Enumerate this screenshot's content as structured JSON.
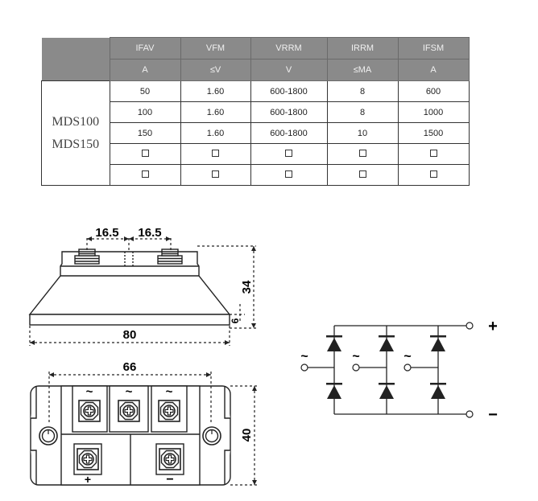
{
  "table": {
    "headers": [
      "IFAV",
      "VFM",
      "VRRM",
      "IRRM",
      "IFSM"
    ],
    "units": [
      "A",
      "≤V",
      "V",
      "≤MA",
      "A"
    ],
    "models": [
      "MDS100",
      "MDS150"
    ],
    "rows": [
      [
        "50",
        "1.60",
        "600-1800",
        "8",
        "600"
      ],
      [
        "100",
        "1.60",
        "600-1800",
        "8",
        "1000"
      ],
      [
        "150",
        "1.60",
        "600-1800",
        "10",
        "1500"
      ]
    ],
    "empty_rows": 2
  },
  "dimensions": {
    "pitch_left": "16.5",
    "pitch_right": "16.5",
    "height_total": "34",
    "base_height": "6",
    "length": "80",
    "hole_spacing": "66",
    "width": "40"
  },
  "terminals": {
    "ac": "~",
    "positive": "+",
    "negative": "−"
  }
}
